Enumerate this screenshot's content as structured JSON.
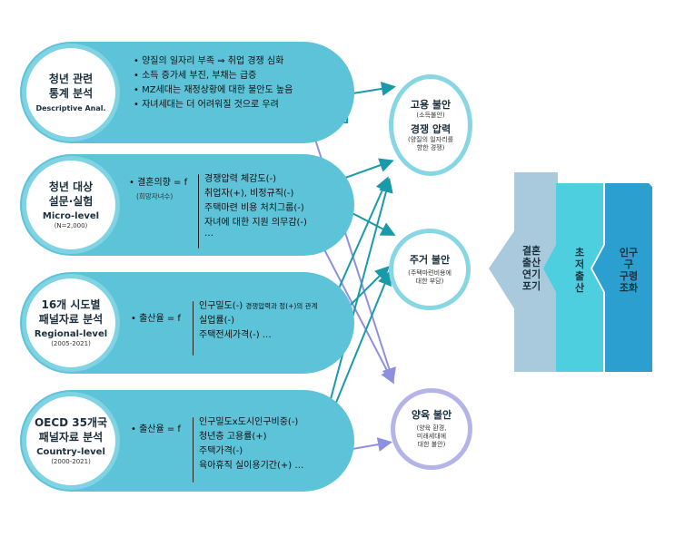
{
  "boxes": [
    {
      "title_lines": [
        "청년 관련",
        "통계 분석"
      ],
      "eng": "Descriptive Anal.",
      "range": "",
      "bullets": [
        "양질의 일자리 부족 ⇒ 취업 경쟁 심화",
        "소득 증가세 부진, 부채는 급증",
        "MZ세대는 재정상황에 대한 불안도 높음",
        "자녀세대는 더 어려워질 것으로 우려"
      ]
    },
    {
      "title_lines": [
        "청년 대상",
        "설문·실험"
      ],
      "eng": "Micro-level",
      "range": "(N=2,000)",
      "formula": "• 결혼의향 = f",
      "formula_sub": "(희망자녀수)",
      "factors": [
        "경쟁압력 체감도(-)",
        "취업자(+), 비정규직(-)",
        "주택마련 비용 처치그룹(-)",
        "자녀에 대한 지원 의무감(-)",
        "…"
      ]
    },
    {
      "title_lines": [
        "16개 시도별",
        "패널자료 분석"
      ],
      "eng": "Regional-level",
      "range": "(2005-2021)",
      "formula": "• 출산율 = f",
      "factors": [
        "인구밀도(-)",
        "실업률(-)",
        "주택전세가격(-) …"
      ],
      "factor_note": "경쟁압력과 정(+)의 관계"
    },
    {
      "title_lines": [
        "OECD 35개국",
        "패널자료 분석"
      ],
      "eng": "Country-level",
      "range": "(2000-2021)",
      "formula": "• 출산율 = f",
      "factors": [
        "인구밀도x도시인구비중(-)",
        "청년층 고용률(+)",
        "주택가격(-)",
        "육아휴직 실이용기간(+) …"
      ]
    }
  ],
  "outcomes": {
    "employment": {
      "title": "고용 불안",
      "sub": "(소득불안)",
      "title2": "경쟁 압력",
      "sub2_lines": [
        "(양질의 일자리를",
        "향한 경쟁)"
      ]
    },
    "housing": {
      "title": "주거 불안",
      "sub_lines": [
        "(주택마련비용에",
        "대한 부담)"
      ]
    },
    "childcare": {
      "title": "양육 불안",
      "sub_lines": [
        "(양육 환경,",
        "미래세대에",
        "대한 불안)"
      ]
    }
  },
  "right_panel": {
    "labels": [
      {
        "lines": [
          "결혼",
          "출산",
          "연기",
          "포기"
        ]
      },
      {
        "lines": [
          "초",
          "저",
          "출",
          "산"
        ]
      },
      {
        "lines": [
          "인구",
          "구",
          "구령",
          "조화"
        ]
      }
    ],
    "colors": {
      "arrow": "#a9c9dd",
      "mid": "#4ecfdf",
      "dark": "#2a9fd0"
    }
  },
  "colors": {
    "pill": "#5dc3d9",
    "teal_arrow": "#1a9aa8",
    "purple_arrow": "#8f8fe0"
  }
}
